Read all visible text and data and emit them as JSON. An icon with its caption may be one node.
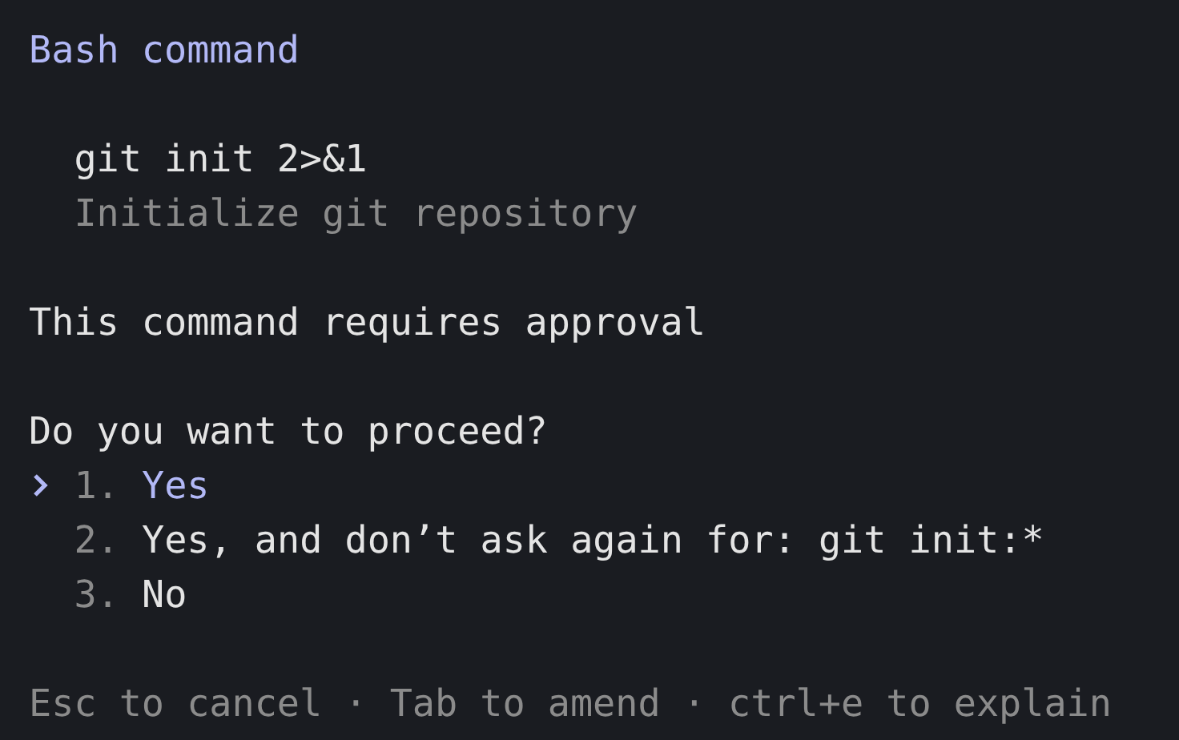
{
  "diagram": {
    "title": "Bash command",
    "labels": [
      "git init 2>&1",
      "Initialize git repository",
      "This command requires approval",
      "Do you want to proceed?",
      "1.",
      "Yes",
      "2.",
      "Yes, and don’t ask again for: git init:*",
      "3.",
      "No",
      "Esc to cancel · Tab to amend · ctrl+e to explain"
    ]
  }
}
